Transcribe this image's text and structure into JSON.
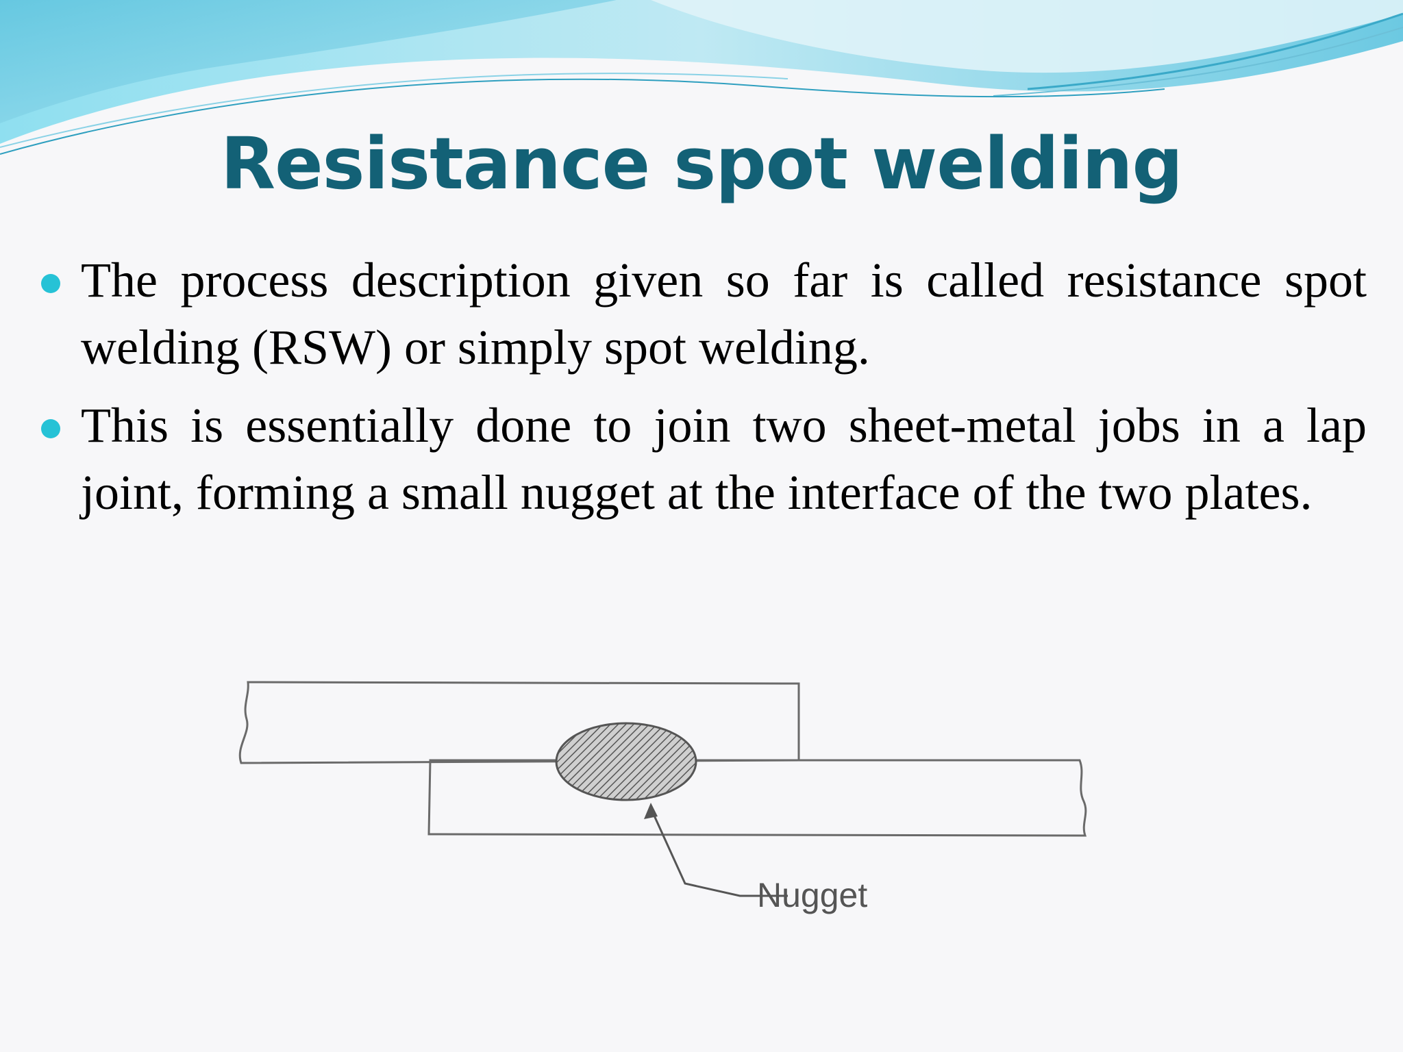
{
  "slide": {
    "title": "Resistance spot welding",
    "bullets": [
      "The process description given so far is called resistance spot welding (RSW) or simply spot welding.",
      "This is essentially done to join two sheet-metal jobs in a lap joint, forming a small nugget at the interface of the two plates."
    ],
    "colors": {
      "title": "#136176",
      "bullet": "#26c2d6",
      "wave_light": "#cfeef4",
      "wave_mid": "#7dd0e4",
      "wave_dark": "#3fb4d2"
    }
  },
  "diagram": {
    "nugget_label": "Nugget"
  }
}
